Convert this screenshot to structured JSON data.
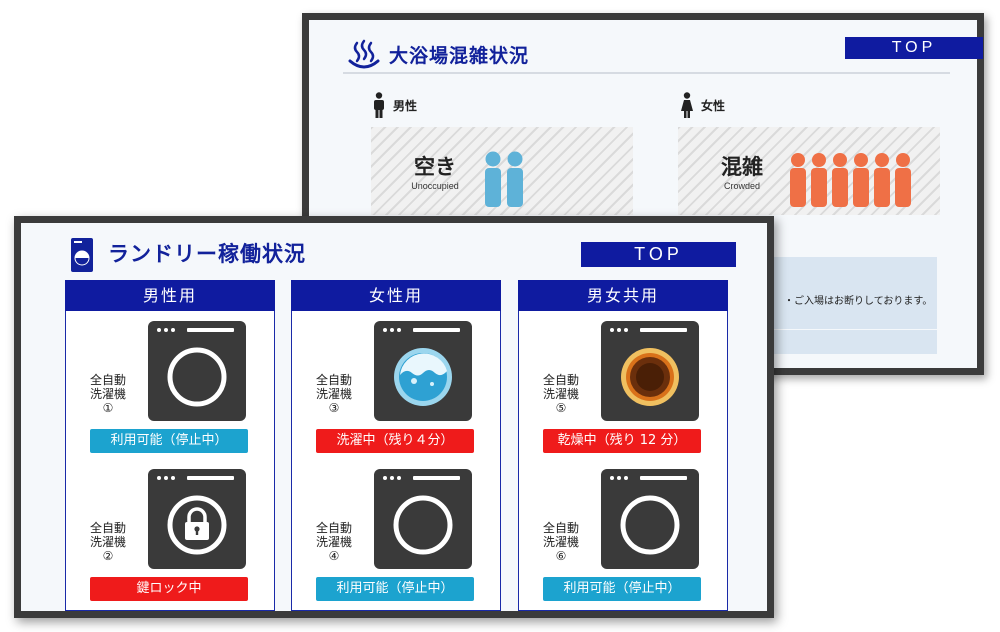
{
  "colors": {
    "navy": "#0f1ba0",
    "available": "#1ca3cf",
    "busy": "#ef1b1b",
    "vacant_people": "#5eb2d8",
    "crowded_people": "#ef7046"
  },
  "bath": {
    "title": "大浴場混雑状況",
    "title_icon": "hot-spring-icon",
    "top_button": "TOP",
    "men": {
      "label": "男性",
      "icon": "man-icon",
      "status_jp": "空き",
      "status_en": "Unoccupied",
      "people_count": 2
    },
    "women": {
      "label": "女性",
      "icon": "woman-icon",
      "status_jp": "混雑",
      "status_en": "Crowded",
      "people_count": 6
    },
    "notice": "・ご入場はお断りしております。"
  },
  "laundry": {
    "title": "ランドリー稼働状況",
    "title_icon": "washing-machine-icon",
    "top_button": "TOP",
    "columns": [
      {
        "header": "男性用",
        "units": [
          {
            "label_line1": "全自動",
            "label_line2": "洗濯機",
            "number": "①",
            "state": "idle",
            "status": "利用可能（停止中）",
            "status_type": "available"
          },
          {
            "label_line1": "全自動",
            "label_line2": "洗濯機",
            "number": "②",
            "state": "locked",
            "status": "鍵ロック中",
            "status_type": "busy"
          }
        ]
      },
      {
        "header": "女性用",
        "units": [
          {
            "label_line1": "全自動",
            "label_line2": "洗濯機",
            "number": "③",
            "state": "washing",
            "status": "洗濯中（残り４分）",
            "status_type": "busy"
          },
          {
            "label_line1": "全自動",
            "label_line2": "洗濯機",
            "number": "④",
            "state": "idle",
            "status": "利用可能（停止中）",
            "status_type": "available"
          }
        ]
      },
      {
        "header": "男女共用",
        "units": [
          {
            "label_line1": "全自動",
            "label_line2": "洗濯機",
            "number": "⑤",
            "state": "drying",
            "status": "乾燥中（残り 12 分）",
            "status_type": "busy"
          },
          {
            "label_line1": "全自動",
            "label_line2": "洗濯機",
            "number": "⑥",
            "state": "idle",
            "status": "利用可能（停止中）",
            "status_type": "available"
          }
        ]
      }
    ]
  }
}
